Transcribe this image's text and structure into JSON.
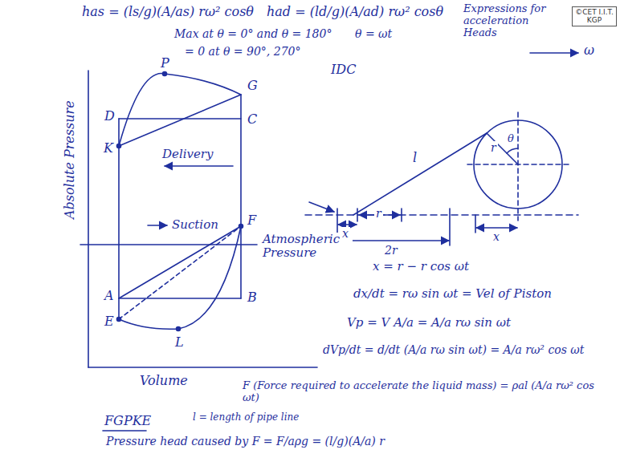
{
  "diagram": {
    "labels": [
      "has = (ls/g)(A/as) rω² cosθ",
      "had = (ld/g)(A/ad) rω² cosθ",
      "Expressions for acceleration Heads",
      "©CET I.I.T. KGP",
      "Max at θ = 0° and θ = 180°",
      "θ = ωt",
      "= 0 at θ = 90°, 270°",
      "P",
      "G",
      "D",
      "C",
      "K",
      "Delivery",
      "Suction",
      "F",
      "Atmospheric Pressure",
      "A",
      "B",
      "E",
      "L",
      "Volume",
      "Absolute Pressure",
      "FGPKE",
      "IDC",
      "l",
      "r",
      "θ",
      "ω",
      "x",
      "r",
      "2r",
      "x",
      "x = r − r cos ωt",
      "dx/dt = rω sin ωt = Vel of Piston",
      "Vp = V A/a = A/a rω sin ωt",
      "dVp/dt = d/dt (A/a rω sin ωt) = A/a rω² cos ωt",
      "F (Force required to accelerate the liquid mass) = ρal (A/a rω² cos ωt)",
      "l = length of pipe line",
      "Pressure head caused by F = F/aρg = (l/g)(A/a) r"
    ]
  }
}
